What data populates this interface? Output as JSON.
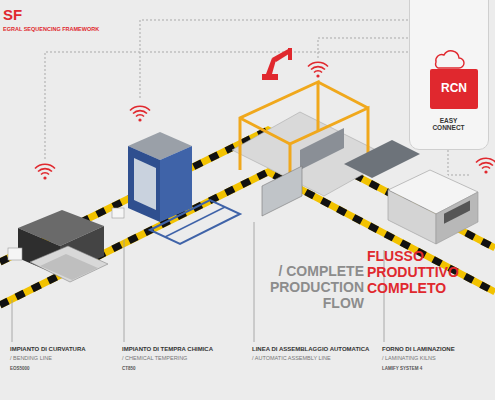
{
  "diagram": {
    "title": "SF",
    "nodes": [
      {
        "text": [
          "EASY CONNECT"
        ]
      },
      {
        "text": [
          "RCN"
        ],
        "in": 0
      }
    ],
    "labels": [
      "EGRAL SEQUENCING FRAMEWORK",
      "/ COMPLETE PRODUCTION FLOW",
      "FLUSSO PRODUTTIVO COMPLETO",
      "IMPIANTO DI CURVATURA",
      "/ BENDING LINE",
      "EOS5000",
      "IMPIANTO DI TEMPRA CHIMICA",
      "/ CHEMICAL TEMPERING",
      "CT850",
      "LINEA DI ASSEMBLAGGIO AUTOMATICA",
      "/ AUTOMATIC ASSEMBLY LINE",
      "FORNO DI LAMINAZIONE",
      "/ LAMINATING KILNS",
      "LAMIFY SYSTEM 4"
    ]
  }
}
